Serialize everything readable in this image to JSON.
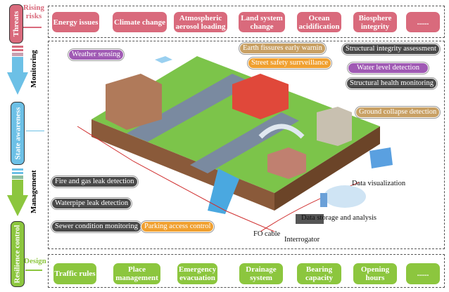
{
  "left_column": {
    "threats": "Threats",
    "rising_risks": "Rising risks",
    "monitoring": "Monitoring",
    "state_awareness": "State awareness",
    "management": "Management",
    "resilience_control": "Resilience control",
    "design": "Design"
  },
  "threats": [
    "Energy issues",
    "Climate change",
    "Atmospheric aerosol loading",
    "Land system change",
    "Ocean acidification",
    "Biosphere integrity",
    "......"
  ],
  "design_items": [
    "Traffic rules",
    "Place management",
    "Emergency evacuation",
    "Drainage system",
    "Bearing capacity",
    "Opening hours",
    "......"
  ],
  "labels": {
    "weather": "Weather sensing",
    "earth_fissures": "Earth fissures early warnin",
    "street_safety": "Street safety surrveillance",
    "structural_integrity": "Structural integrity assessment",
    "water_level": "Water level detection",
    "structural_health": "Structural health monitoring",
    "ground_collapse": "Ground collapse detection",
    "fire_gas": "Fire and gas leak detection",
    "waterpipe": "Waterpipe leak detection",
    "sewer": "Sewer condition monitoring",
    "parking": "Parking access control",
    "data_vis": "Data visualization",
    "data_storage": "Data storage and analysis",
    "fo_cable": "FO cable",
    "interrogator": "Interrogator"
  },
  "colors": {
    "threat": "#d96a7c",
    "monitor": "#6cc0e6",
    "manage": "#8cc63e",
    "dark": "#4a4a4a",
    "purple": "#a05ab4",
    "tan": "#c8a064",
    "orange": "#f0a030"
  }
}
